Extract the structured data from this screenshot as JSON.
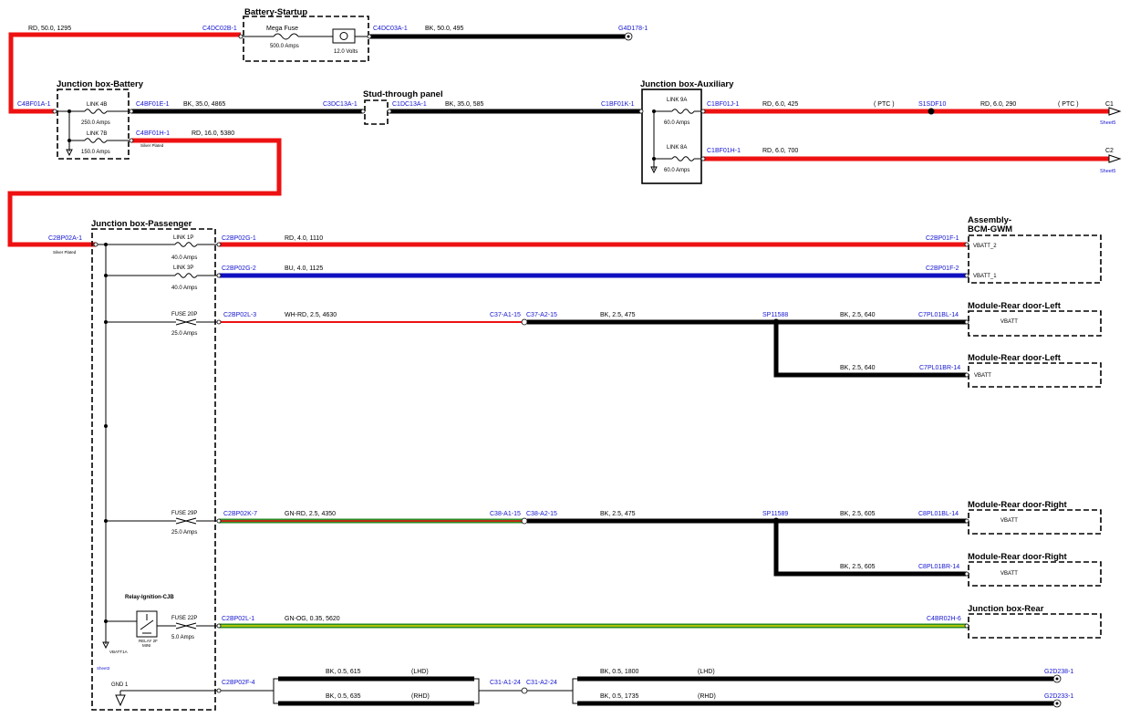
{
  "colors": {
    "red": "#ee1111",
    "black": "#000000",
    "blue": "#1010c0",
    "green": "#2a8a22",
    "yellow": "#d8d800",
    "connector_text": "#1414d2"
  },
  "components": {
    "battery_startup": {
      "title": "Battery-Startup",
      "fuse_name": "Mega Fuse",
      "fuse_rating": "500.0 Amps",
      "voltage": "12.0 Volts"
    },
    "jb_battery": {
      "title": "Junction box-Battery",
      "link1_name": "LINK 4B",
      "link1_rating": "250.0 Amps",
      "link2_name": "LINK 7B",
      "link2_rating": "150.0 Amps"
    },
    "stud": {
      "title": "Stud-through panel"
    },
    "jb_aux": {
      "title": "Junction box-Auxiliary",
      "link1_name": "LINK 9A",
      "link1_rating": "60.0 Amps",
      "link2_name": "LINK 8A",
      "link2_rating": "60.0 Amps"
    },
    "jb_pass": {
      "title": "Junction box-Passenger",
      "link1p_name": "LINK 1P",
      "link1p_rating": "40.0 Amps",
      "link3p_name": "LINK 3P",
      "link3p_rating": "40.0 Amps",
      "fuse20p_name": "FUSE 20P",
      "fuse20p_rating": "25.0 Amps",
      "fuse29p_name": "FUSE 29P",
      "fuse29p_rating": "25.0 Amps",
      "relay_title": "Relay-Ignition-CJB",
      "relay_sub1": "RELAY 2F",
      "relay_sub2": "MINI",
      "fuse22p_name": "FUSE 22P",
      "fuse22p_rating": "5.0 Amps",
      "vbatt": "VBATT1A",
      "sheet": "Sheet3",
      "gnd": "GND 1"
    },
    "bcm": {
      "title1": "Assembly-",
      "title2": "BCM-GWM",
      "pin1": "VBATT_2",
      "pin2": "VBATT_1"
    },
    "rdl1": {
      "title": "Module-Rear door-Left",
      "pin": "VBATT"
    },
    "rdl2": {
      "title": "Module-Rear door-Left",
      "pin": "VBATT"
    },
    "rdr1": {
      "title": "Module-Rear door-Right",
      "pin": "VBATT"
    },
    "rdr2": {
      "title": "Module-Rear door-Right",
      "pin": "VBATT"
    },
    "jbrear": {
      "title": "Junction box-Rear"
    }
  },
  "connectors": {
    "c4dc02b": "C4DC02B-1",
    "c4dc03a": "C4DC03A-1",
    "g4d178": "G4D178-1",
    "c4bf01a": "C4BF01A-1",
    "c4bf01e": "C4BF01E-1",
    "c3dc13a": "C3DC13A-1",
    "c1dc13a": "C1DC13A-1",
    "c1bf01k": "C1BF01K-1",
    "c1bf01j": "C1BF01J-1",
    "s1sdf10": "S1SDF10",
    "c1": "C1",
    "c4bf01h": "C4BF01H-1",
    "c1bf01h": "C1BF01H-1",
    "c2": "C2",
    "c2bp02a": "C2BP02A-1",
    "c2bp02g1": "C2BP02G-1",
    "c2bp01f1": "C2BP01F-1",
    "c2bp02g2": "C2BP02G-2",
    "c2bp01f2": "C2BP01F-2",
    "c2bp02l3": "C2BP02L-3",
    "c37a1": "C37-A1-15",
    "c37a2": "C37-A2-15",
    "sp11588": "SP11588",
    "c7pl01bl": "C7PL01BL-14",
    "c7pl01br": "C7PL01BR-14",
    "c2bp02k7": "C2BP02K-7",
    "c38a1": "C38-A1-15",
    "c38a2": "C38-A2-15",
    "sp11589": "SP11589",
    "c8pl01bl": "C8PL01BL-14",
    "c8pl01br": "C8PL01BR-14",
    "c2bp02l1": "C2BP02L-1",
    "c4br02h": "C4BR02H-6",
    "c2bp02f4": "C2BP02F-4",
    "c31a1": "C31-A1-24",
    "c31a2": "C31-A2-24",
    "g2d238": "G2D238-1",
    "g2d233": "G2D233-1"
  },
  "wires": {
    "w_rd_50": "RD, 50.0, 1295",
    "w_bk_50": "BK, 50.0, 495",
    "w_bk_35a": "BK, 35.0, 4865",
    "w_bk_35b": "BK, 35.0, 585",
    "w_rd_6a": "RD, 6.0, 425",
    "w_ptc1": "( PTC )",
    "w_rd_6b": "RD, 6.0, 290",
    "w_ptc2": "( PTC )",
    "w_rd_16": "RD, 16.0, 5380",
    "w_rd_6c": "RD, 6.0, 700",
    "w_rd_4": "RD, 4.0, 1110",
    "w_bu_4": "BU, 4.0, 1125",
    "w_whrd": "WH-RD, 2.5, 4630",
    "w_bk_475a": "BK, 2.5, 475",
    "w_bk_640a": "BK, 2.5, 640",
    "w_bk_640b": "BK, 2.5, 640",
    "w_gnrd": "GN-RD, 2.5, 4350",
    "w_bk_475b": "BK, 2.5, 475",
    "w_bk_605a": "BK, 2.5, 605",
    "w_bk_605b": "BK, 2.5, 605",
    "w_gnog": "GN-OG, 0.35, 5620",
    "w_bk_615": "BK, 0.5, 615",
    "w_lhd1": "(LHD)",
    "w_bk_635": "BK, 0.5, 635",
    "w_rhd1": "(RHD)",
    "w_bk_1800": "BK, 0.5, 1800",
    "w_lhd2": "(LHD)",
    "w_bk_1735": "BK, 0.5, 1735",
    "w_rhd2": "(RHD)"
  },
  "annotations": {
    "sheet5a": "Sheet5",
    "sheet5b": "Sheet5",
    "silver1": "Silver Plated",
    "silver2": "Silver Plated"
  }
}
